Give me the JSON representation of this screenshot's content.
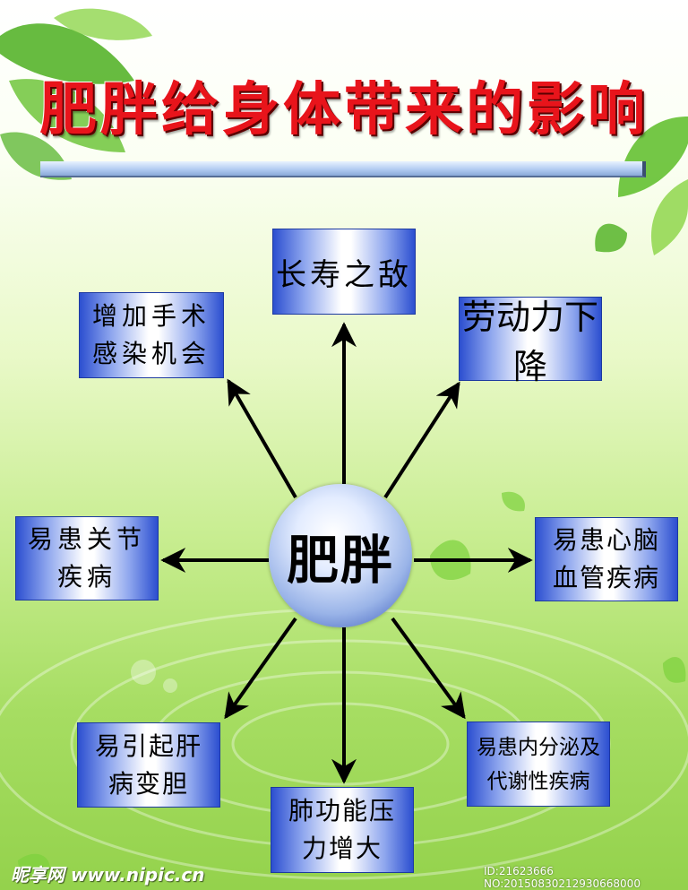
{
  "title": "肥胖给身体带来的影响",
  "center": "肥胖",
  "effects": {
    "top": "长寿之敌",
    "top_left": "增加手术\n感染机会",
    "top_right": "劳动力下降",
    "left": "易患关节\n疾病",
    "right": "易患心脑\n血管疾病",
    "bottom_left": "易引起肝\n病变胆",
    "bottom": "肺功能压\n力增大",
    "bottom_right": "易患内分泌及\n代谢性疾病"
  },
  "watermark": "昵享网 www.nipic.cn",
  "image_id": "ID:21623666 NO:20150830212930668000",
  "colors": {
    "title": "#e8141b",
    "box_edge": "#2c4fd0",
    "arrow": "#000000",
    "leaf": "#4caf1e"
  }
}
